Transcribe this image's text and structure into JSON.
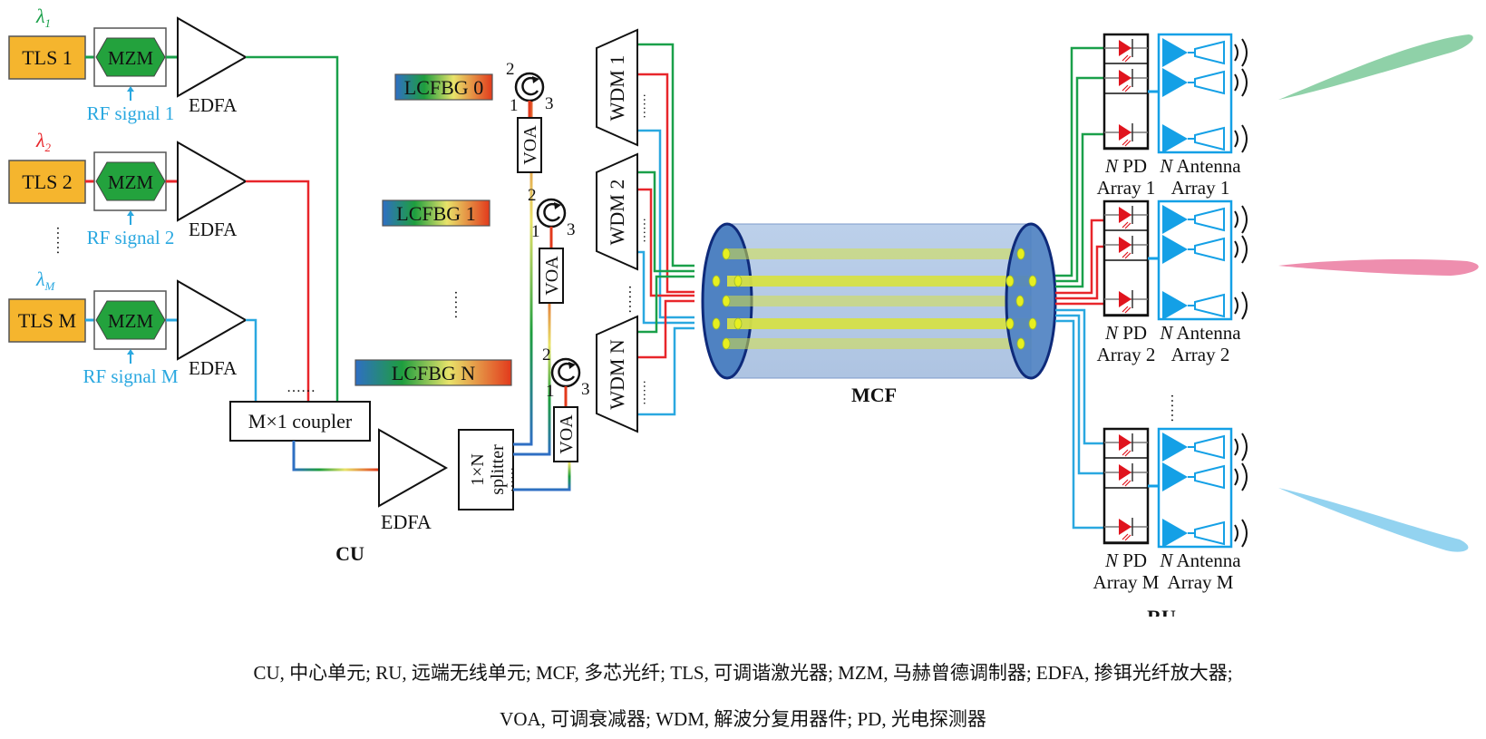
{
  "sources": [
    {
      "tls": "TLS 1",
      "lambda": "λ",
      "lambda_sub": "1",
      "mzm": "MZM",
      "rf": "RF signal 1",
      "edfa": "EDFA",
      "color": "#1aa04a"
    },
    {
      "tls": "TLS 2",
      "lambda": "λ",
      "lambda_sub": "2",
      "mzm": "MZM",
      "rf": "RF signal 2",
      "edfa": "EDFA",
      "color": "#e8262b"
    },
    {
      "tls": "TLS M",
      "lambda": "λ",
      "lambda_sub": "M",
      "mzm": "MZM",
      "rf": "RF signal M",
      "edfa": "EDFA",
      "color": "#2aa8e0"
    }
  ],
  "coupler": {
    "label": "M×1 coupler"
  },
  "edfa_main": {
    "label": "EDFA"
  },
  "splitter": {
    "line1": "1×N",
    "line2": "splitter"
  },
  "lcfbg": [
    "LCFBG 0",
    "LCFBG 1",
    "LCFBG N"
  ],
  "circulator_ports": {
    "p1": "1",
    "p2": "2",
    "p3": "3"
  },
  "voa": {
    "label": "VOA"
  },
  "wdm": [
    "WDM 1",
    "WDM 2",
    "WDM N"
  ],
  "mcf": {
    "label": "MCF"
  },
  "cu": {
    "label": "CU"
  },
  "ru": {
    "label": "RU",
    "arrays": [
      {
        "pd_line1": "N PD",
        "pd_line2": "Array 1",
        "ant_line1": "N Antenna",
        "ant_line2": "Array 1",
        "beam_color": "#8fd1a8"
      },
      {
        "pd_line1": "N PD",
        "pd_line2": "Array 2",
        "ant_line1": "N Antenna",
        "ant_line2": "Array 2",
        "beam_color": "#ee8eae"
      },
      {
        "pd_line1": "N PD",
        "pd_line2": "Array M",
        "ant_line1": "N Antenna",
        "ant_line2": "Array M",
        "beam_color": "#93d3f0"
      }
    ]
  },
  "colors": {
    "tls_fill": "#f5b52e",
    "mzm_fill": "#23a23d",
    "rf_text": "#2aa8e0",
    "antenna": "#14a0e6",
    "pd": "#e0141e",
    "mcf_body": "#b7cbe6",
    "mcf_end": "#4f82c2",
    "core": "#d6e047"
  },
  "caption": {
    "line1": "CU, 中心单元; RU, 远端无线单元; MCF, 多芯光纤; TLS, 可调谐激光器; MZM, 马赫曾德调制器; EDFA, 掺铒光纤放大器;",
    "line2": "VOA, 可调衰减器; WDM, 解波分复用器件; PD, 光电探测器"
  }
}
